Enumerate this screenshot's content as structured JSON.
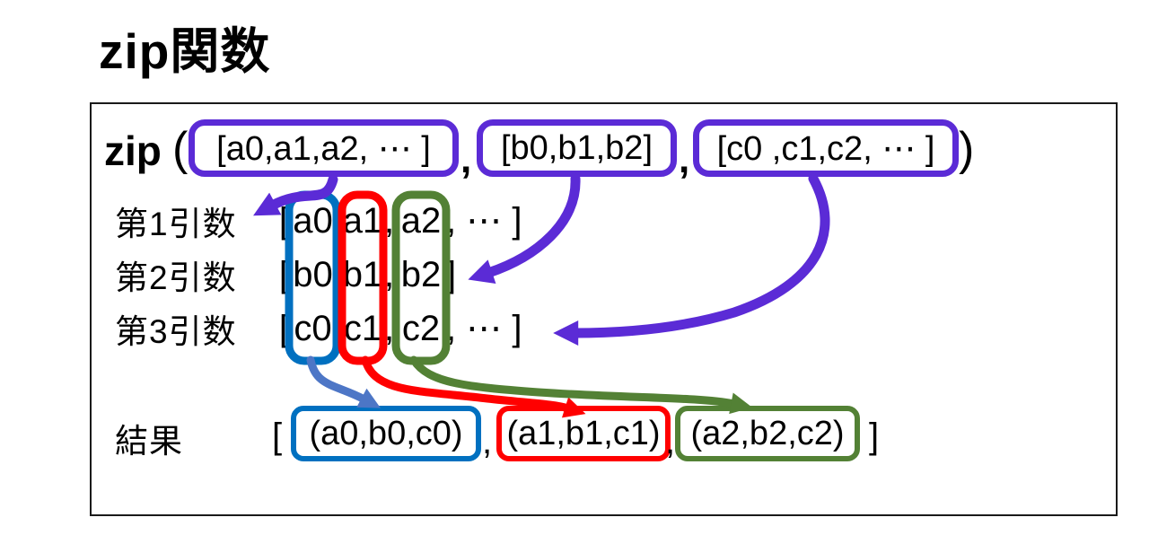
{
  "title": "zip関数",
  "colors": {
    "purple": "#5B2BD6",
    "blue": "#0070C0",
    "lightblue": "#4D76C6",
    "red": "#FF0000",
    "green": "#538135",
    "text": "#000000",
    "frame": "#1a1a1a",
    "background": "#FFFFFF"
  },
  "call_line": {
    "func": "zip",
    "open_paren": "(",
    "close_paren": ")",
    "comma": ",",
    "args": [
      "[a0,a1,a2, ⋯ ]",
      "[b0,b1,b2]",
      "[c0 ,c1,c2, ⋯ ]"
    ]
  },
  "symbols": {
    "open_bracket": "[",
    "close_bracket": "]",
    "comma": ","
  },
  "argument_rows": [
    {
      "label": "第1引数",
      "items": [
        "a0",
        "a1",
        "a2"
      ],
      "tail": ", ⋯ ]"
    },
    {
      "label": "第2引数",
      "items": [
        "b0",
        "b1",
        "b2"
      ],
      "tail": "]"
    },
    {
      "label": "第3引数",
      "items": [
        "c0",
        "c1",
        "c2"
      ],
      "tail": ", ⋯ ]"
    }
  ],
  "result_row": {
    "label": "結果",
    "tuples": [
      "(a0,b0,c0)",
      "(a1,b1,c1)",
      "(a2,b2,c2)"
    ]
  }
}
